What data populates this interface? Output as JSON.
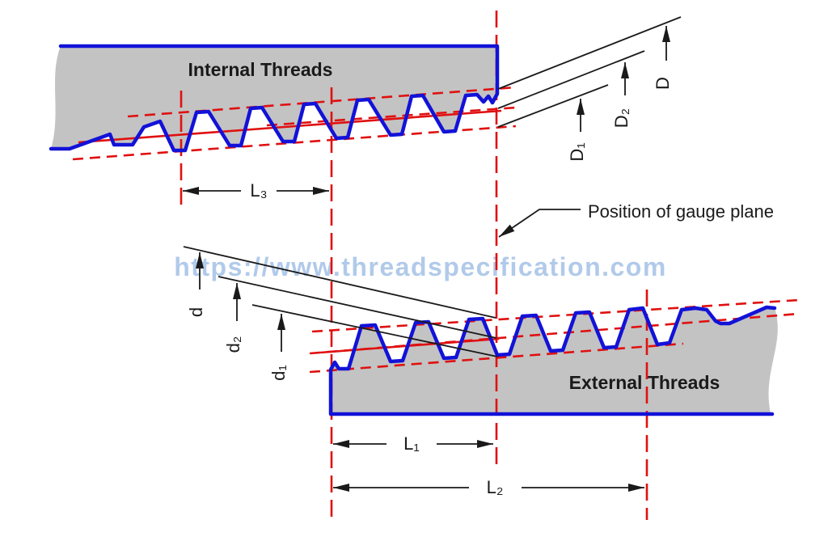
{
  "diagram": {
    "title_internal": "Internal Threads",
    "title_external": "External Threads",
    "gauge_plane_note": "Position of gauge plane",
    "watermark": "https://www.threadspecification.com",
    "labels": {
      "D": "D",
      "D2": "D₂",
      "D1": "D₁",
      "d": "d",
      "d2": "d₂",
      "d1": "d₁",
      "L1": "L₁",
      "L2": "L₂",
      "L3": "L₃"
    },
    "colors": {
      "thread_profile": "#1212d8",
      "reference_line": "#e01010",
      "body_fill": "#c3c3c3",
      "annotation": "#1a1a1a",
      "watermark": "#a9c5e8",
      "background": "#ffffff"
    }
  }
}
